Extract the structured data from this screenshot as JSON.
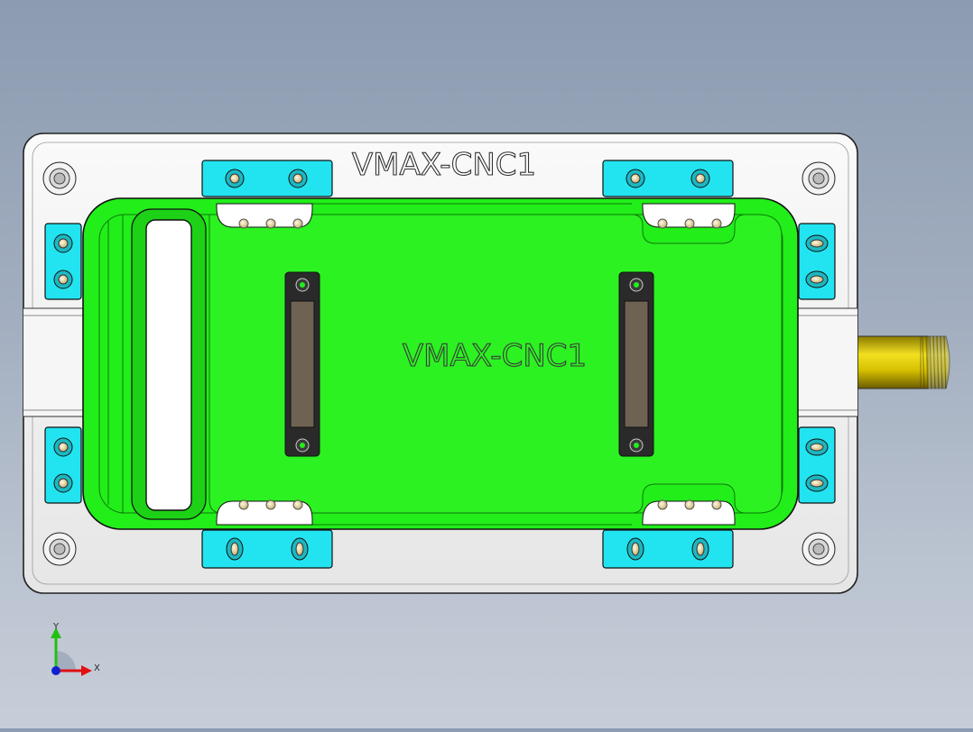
{
  "viewport": {
    "top_label": "VMAX-CNC1",
    "center_label": "VMAX-CNC1",
    "background_top": "#8c9bb1",
    "background_bottom": "#c7ced9"
  },
  "colors": {
    "plate": "#f2f2f2",
    "pocket": "#22ee1a",
    "pocket_dark": "#17b810",
    "clamp": "#22e4f0",
    "bolt": "#e8d8a0",
    "slot": "#6e6252",
    "pin": "#d6c000"
  },
  "triad": {
    "x_label": "X",
    "y_label": "Y",
    "x_icon": "x-axis-arrow-icon",
    "y_icon": "y-axis-arrow-icon"
  }
}
